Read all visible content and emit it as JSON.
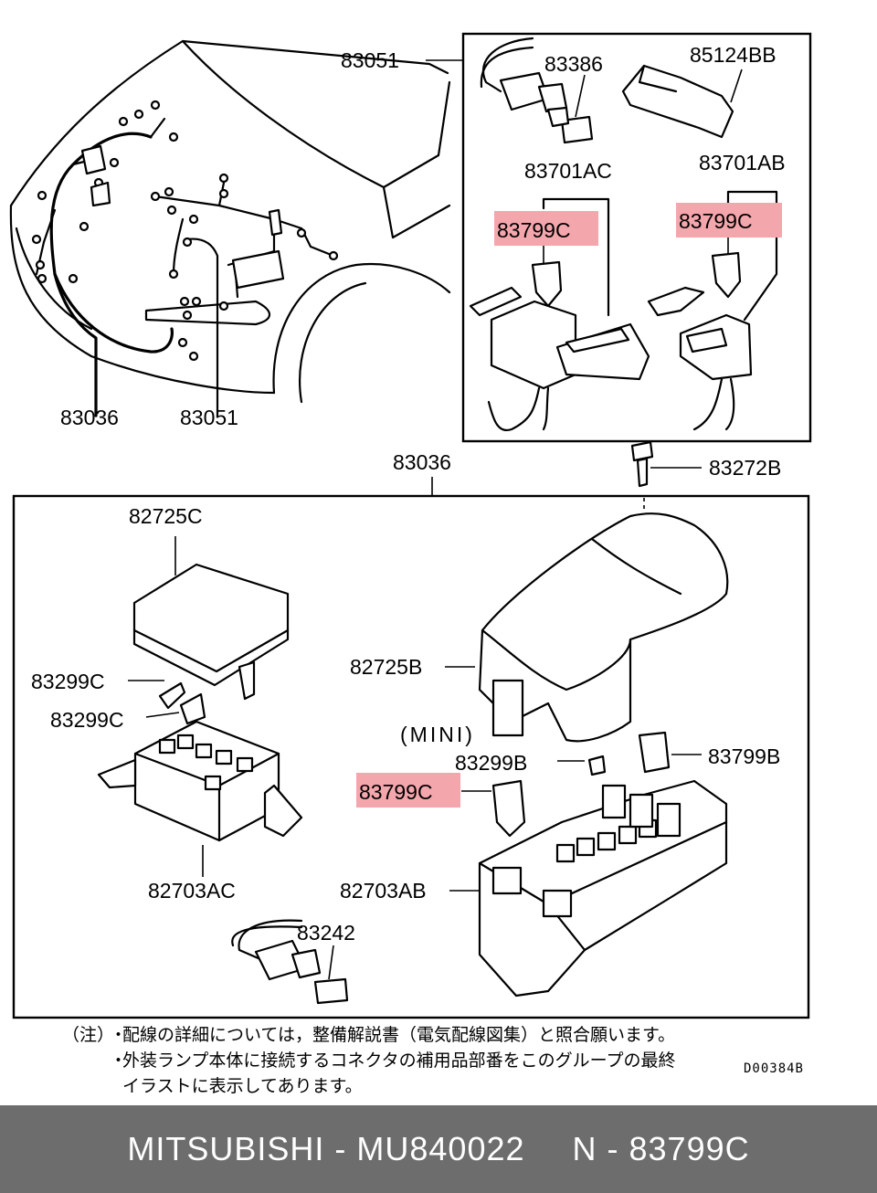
{
  "labels": {
    "top_83051": "83051",
    "a_83386": "83386",
    "a_85124BB": "85124BB",
    "a_83701AC": "83701AC",
    "a_83701AB": "83701AB",
    "a_83799C_left": "83799C",
    "a_83799C_right": "83799C",
    "car_83036": "83036",
    "car_83051": "83051",
    "mid_83036": "83036",
    "b_83272B": "83272B",
    "b_82725C": "82725C",
    "b_82725B": "82725B",
    "b_83299C_1": "83299C",
    "b_83299C_2": "83299C",
    "b_mini": "(MINI)",
    "b_83299B": "83299B",
    "b_83799B": "83799B",
    "b_83799C": "83799C",
    "b_82703AC": "82703AC",
    "b_82703AB": "82703AB",
    "b_83242": "83242"
  },
  "colors": {
    "highlight": "#f4a6ad",
    "footer_bg": "#6d6d6d",
    "footer_text": "#ffffff"
  },
  "notes": {
    "prefix": "（注）",
    "bullet": "・",
    "line1": "配線の詳細については，整備解説書（電気配線図集）と照合願います。",
    "line2": "外装ランプ本体に接続するコネクタの補用品部番をこのグループの最終",
    "line2_cont": "イラストに表示してあります。"
  },
  "drawing_code": "D00384B",
  "footer": {
    "brand": "MITSUBISHI",
    "separator": " - ",
    "part_number": "MU840022",
    "group_code": "N - 83799C"
  }
}
